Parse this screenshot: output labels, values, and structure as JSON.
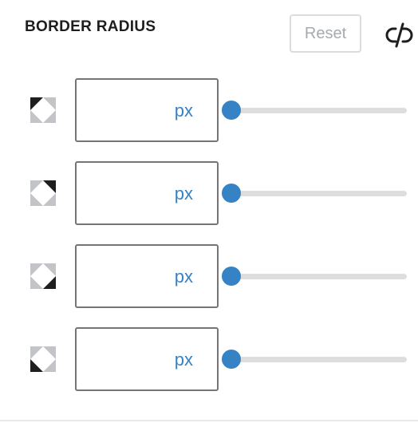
{
  "panel": {
    "title": "BORDER RADIUS",
    "reset_label": "Reset",
    "unlink_icon": "unlink-icon"
  },
  "colors": {
    "accent": "#3582c4",
    "track": "#dddddd",
    "input_border": "#757575",
    "reset_text": "#a7aaad",
    "corner_active": "#1e1e1e",
    "corner_inactive": "#c3c4c7"
  },
  "corners": [
    {
      "name": "top-left",
      "icon": "corner-top-left-icon",
      "value": "",
      "unit": "px",
      "slider_fraction": 0
    },
    {
      "name": "top-right",
      "icon": "corner-top-right-icon",
      "value": "",
      "unit": "px",
      "slider_fraction": 0
    },
    {
      "name": "bottom-right",
      "icon": "corner-bottom-right-icon",
      "value": "",
      "unit": "px",
      "slider_fraction": 0
    },
    {
      "name": "bottom-left",
      "icon": "corner-bottom-left-icon",
      "value": "",
      "unit": "px",
      "slider_fraction": 0
    }
  ]
}
